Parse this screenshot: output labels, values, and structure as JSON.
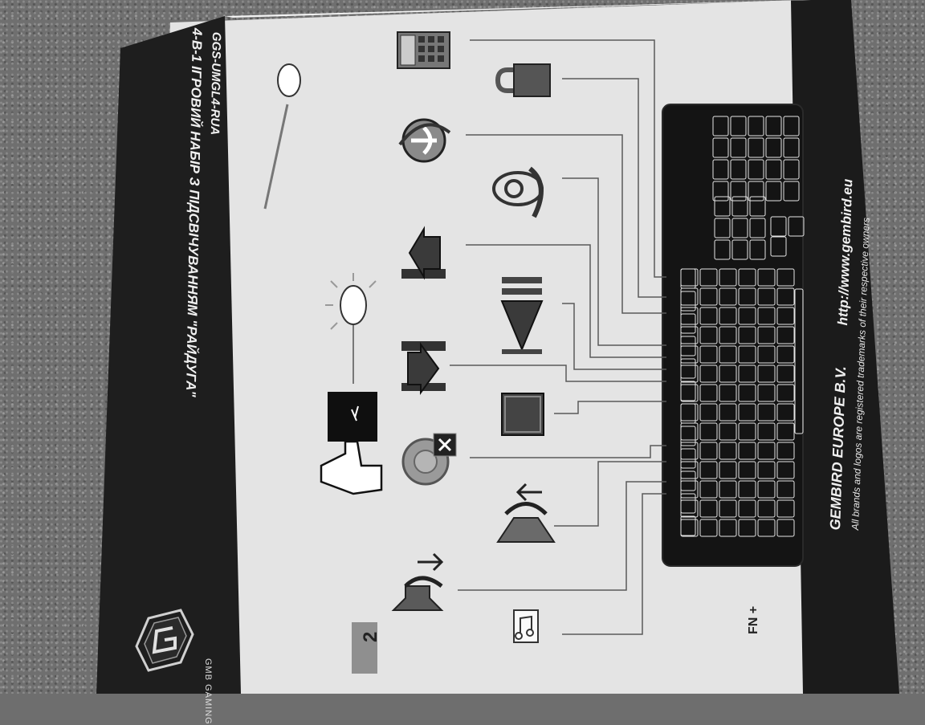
{
  "leaflet": {
    "page_number": "2",
    "brand_logo_text": "GMB GAMING",
    "title_line_1": "4-В-1 ІГРОВИЙ НАБІР З ПІДСВІЧУВАННЯМ \"РАЙДУГА\"",
    "title_line_2": "GGS-UMGL4-RUA",
    "fn_label": "FN +",
    "company_name": "GEMBIRD EUROPE B.V.",
    "website": "http://www.gembird.eu",
    "trademark_notice": "All brands and logos are registered trademarks of their respective owners"
  },
  "colors": {
    "carpet": "#6f6f6f",
    "paper": "#e6e6e6",
    "black_band": "#1c1c1c",
    "leader_lines": "#555555"
  },
  "icons": [
    "music-note-icon",
    "volume-down-icon",
    "volume-up-icon",
    "mute-icon",
    "stop-icon",
    "next-track-icon",
    "play-pause-icon",
    "previous-track-icon",
    "email-icon",
    "browser-icon",
    "lock-icon",
    "calculator-icon",
    "backlight-touch-icon",
    "backlight-brightness-icon"
  ]
}
